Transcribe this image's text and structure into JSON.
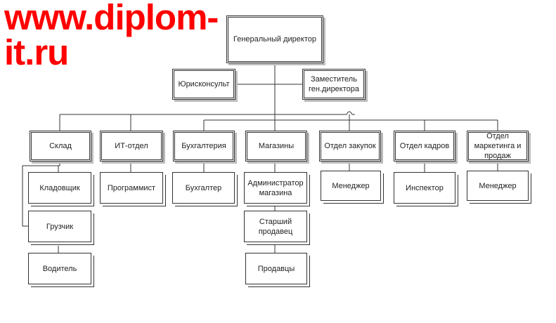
{
  "top": {
    "director": "Генеральный директор",
    "lawyer": "Юрисконсульт",
    "deputy": "Заместитель ген.директора"
  },
  "departments": [
    "Склад",
    "ИТ-отдел",
    "Бухгалтерия",
    "Магазины",
    "Отдел закупок",
    "Отдел кадров",
    "Отдел маркетинга и продаж"
  ],
  "staff": {
    "warehouse": [
      "Кладовщик",
      "Грузчик",
      "Водитель"
    ],
    "it": "Программист",
    "accounting": "Бухгалтер",
    "shops": [
      "Администратор магазина",
      "Старший продавец",
      "Продавцы"
    ],
    "purchasing": "Менеджер",
    "hr": "Инспектор",
    "marketing": "Менеджер"
  },
  "watermark": "www.diplom-it.ru",
  "watermark_color": "#ff0000"
}
